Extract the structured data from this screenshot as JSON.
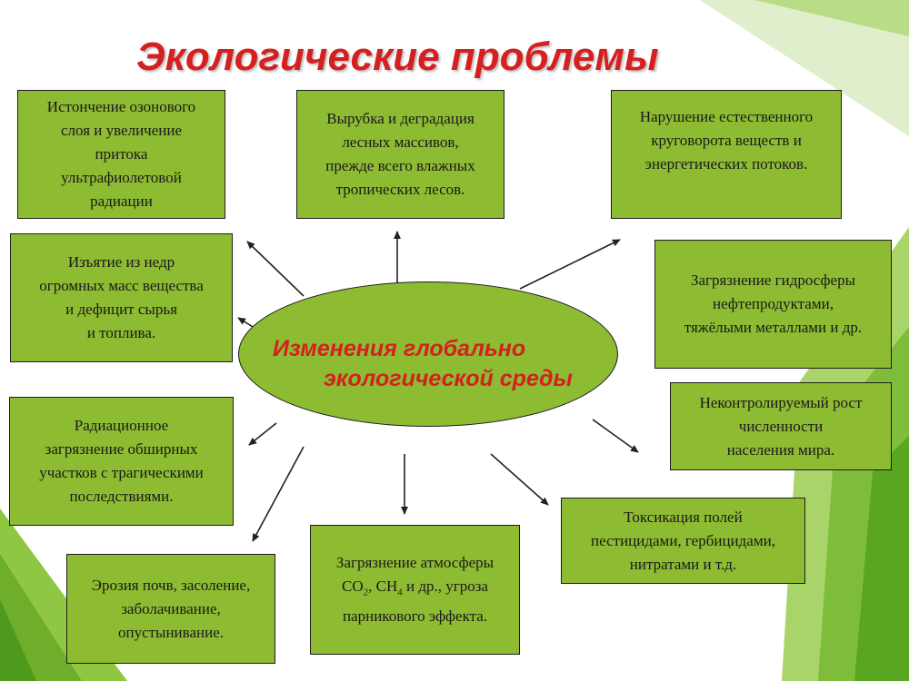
{
  "title": "Экологические проблемы",
  "center": {
    "line1": "Изменения глобально",
    "line2": "экологической среды"
  },
  "boxes": {
    "ozone": "Истончение озонового\nслоя и увеличение\nпритока\nультрафиолетовой\nрадиации",
    "forest": "Вырубка и деградация\nлесных массивов,\nпрежде всего влажных\nтропических лесов.",
    "cycle": "Нарушение естественного\nкруговорота веществ и\nэнергетических потоков.",
    "resources": "Изъятие из недр\nогромных масс вещества\nи дефицит сырья\nи топлива.",
    "hydro": "Загрязнение гидросферы\nнефтепродуктами,\nтяжёлыми металлами и др.",
    "population": "Неконтролируемый рост\nчисленности\nнаселения мира.",
    "radiation": "Радиационное\nзагрязнение обширных\nучастков с трагическими\nпоследствиями.",
    "toxic": "Токсикация полей\nпестицидами, гербицидами,\nнитратами и т.д.",
    "soil": "Эрозия почв, засоление,\nзаболачивание,\nопустынивание.",
    "atmosphere_line1": "Загрязнение атмосферы",
    "atmosphere_co": "CO",
    "atmosphere_co_sub": "2",
    "atmosphere_ch": ", CH",
    "atmosphere_ch_sub": "4",
    "atmosphere_rest": " и др., угроза",
    "atmosphere_line3": "парникового эффекта."
  },
  "colors": {
    "box_fill": "#8dbb32",
    "title_red": "#d42020",
    "stripe_green": "#6fae2a"
  }
}
